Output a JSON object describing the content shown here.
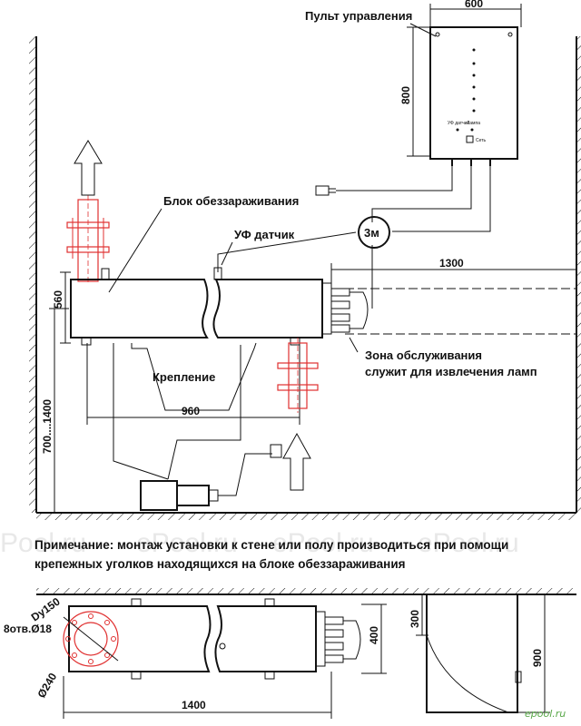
{
  "labels": {
    "control_panel": "Пульт управления",
    "disinfection_block": "Блок обеззараживания",
    "uv_sensor": "УФ датчик",
    "cable_length": "3м",
    "mount": "Крепление",
    "service_zone_1": "Зона обслуживания",
    "service_zone_2": "служит для извлечения ламп",
    "flange_dy": "Dy150",
    "holes": "8отв.Ø18",
    "flange_d": "Ø240",
    "panel_left": "УФ датчик",
    "panel_right": "Лампа",
    "panel_power": "Сеть"
  },
  "dimensions": {
    "panel_width": "600",
    "panel_height": "800",
    "service_length": "1300",
    "block_height": "560",
    "install_height": "700....1400",
    "mount_spacing": "960",
    "bottom_length": "1400",
    "bottom_height": "400",
    "side_offset": "300",
    "side_height": "900"
  },
  "note": {
    "line1": "Примечание: монтаж установки к стене или полу производиться при помощи",
    "line2": "крепежных уголков находящихся на блоке обеззараживания"
  },
  "watermarks": [
    "Pool.ru",
    "ePool.ru",
    "ePool.ru",
    "ePool.ru"
  ],
  "logo": "epool.ru",
  "colors": {
    "flange": "#e03030",
    "line": "#111111",
    "accent": "#e03030"
  }
}
